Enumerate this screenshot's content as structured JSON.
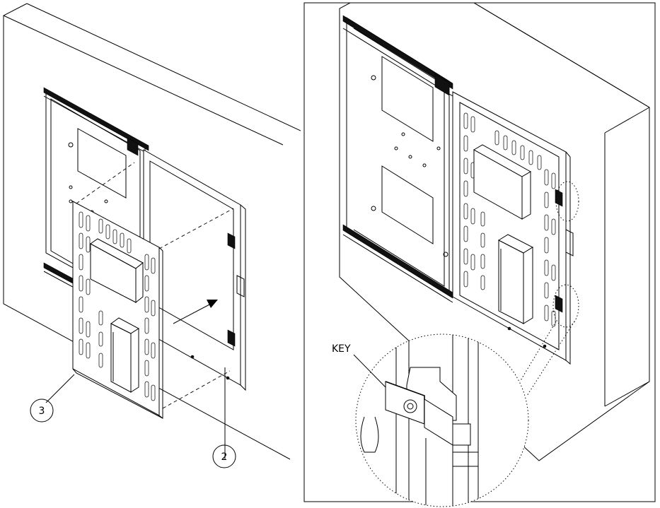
{
  "callouts": {
    "item_3": "3",
    "item_2": "2",
    "key": "KEY"
  }
}
